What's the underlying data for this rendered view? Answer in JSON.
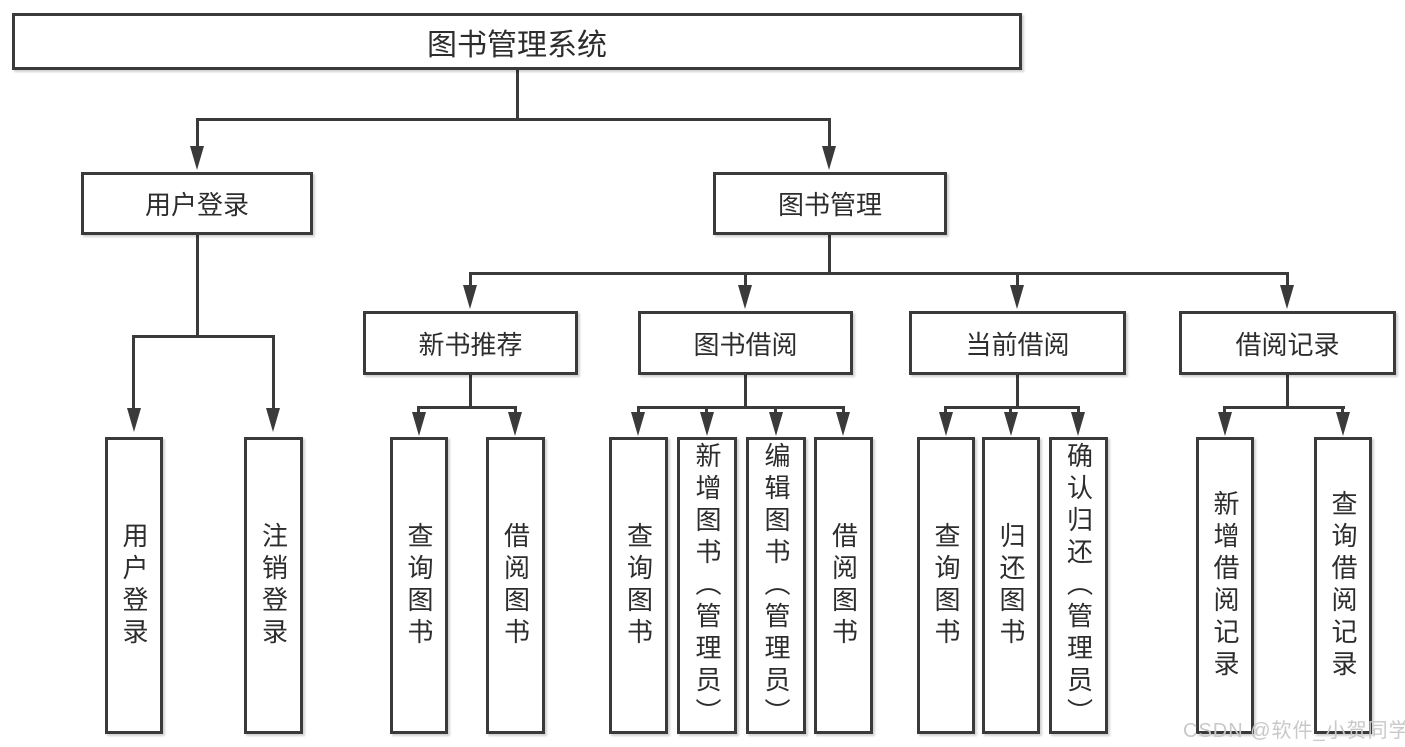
{
  "diagram": {
    "root": {
      "label": "图书管理系统"
    },
    "level2": [
      {
        "label": "用户登录"
      },
      {
        "label": "图书管理"
      }
    ],
    "level3": [
      {
        "label": "新书推荐"
      },
      {
        "label": "图书借阅"
      },
      {
        "label": "当前借阅"
      },
      {
        "label": "借阅记录"
      }
    ],
    "leaves": {
      "user_login": [
        "用户登录",
        "注销登录"
      ],
      "new_book": [
        "查询图书",
        "借阅图书"
      ],
      "book_borrow": [
        "查询图书",
        "新增图书（管理员）",
        "编辑图书（管理员）",
        "借阅图书"
      ],
      "current_borrow": [
        "查询图书",
        "归还图书",
        "确认归还（管理员）"
      ],
      "borrow_record": [
        "新增借阅记录",
        "查询借阅记录"
      ]
    }
  },
  "watermark": {
    "text": "CSDN @软件_小贺同学"
  },
  "colors": {
    "line": "#3a3a3a",
    "text": "#2d2d2d",
    "watermark": "#c9c9c9",
    "background": "#ffffff",
    "box_fill": "#ffffff"
  }
}
